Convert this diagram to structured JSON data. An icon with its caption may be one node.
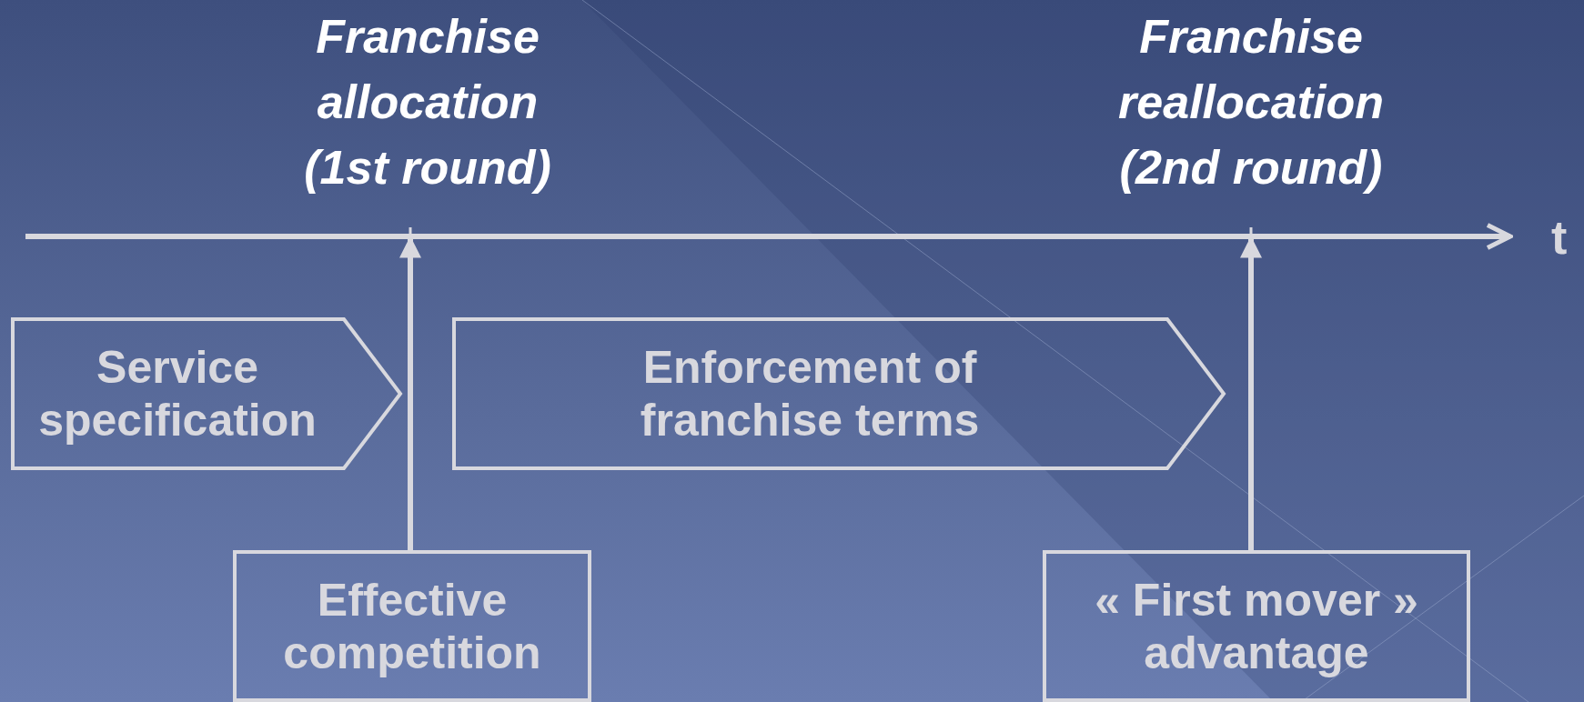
{
  "diagram": {
    "nodes": [
      {
        "text": [
          "Franchise allocation (1st round)"
        ]
      },
      {
        "text": [
          "Franchise reallocation (2nd round)"
        ]
      },
      {
        "text": [
          "Service specification"
        ]
      },
      {
        "text": [
          "Enforcement of franchise terms"
        ]
      },
      {
        "text": [
          "Effective competition"
        ]
      },
      {
        "text": [
          "« First mover » advantage"
        ]
      }
    ],
    "edges": [
      {
        "from": 4,
        "to": 0,
        "arrow": "to"
      },
      {
        "from": 5,
        "to": 1,
        "arrow": "to"
      }
    ],
    "labels": [
      "t"
    ]
  }
}
